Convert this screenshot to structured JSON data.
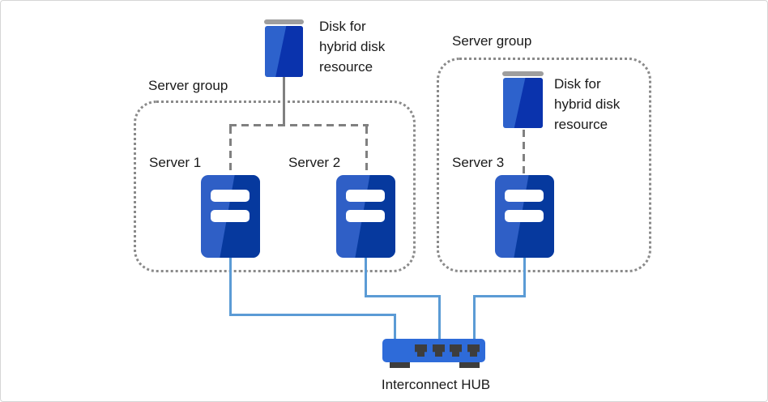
{
  "diagram": {
    "groups": [
      {
        "label": "Server group"
      },
      {
        "label": "Server group"
      }
    ],
    "servers": [
      {
        "label": "Server 1"
      },
      {
        "label": "Server 2"
      },
      {
        "label": "Server 3"
      }
    ],
    "disks": [
      {
        "lines": [
          "Disk for",
          "hybrid disk",
          "resource"
        ]
      },
      {
        "lines": [
          "Disk for",
          "hybrid disk",
          "resource"
        ]
      }
    ],
    "hub": {
      "label": "Interconnect HUB"
    },
    "colors": {
      "server_blue_light": "#2f5fc6",
      "server_blue_dark": "#06399e",
      "disk_blue_light": "#2d62cc",
      "disk_blue_dark": "#0a33ad",
      "disk_cap_gray": "#9e9e9e",
      "hub_blue": "#2e6bd9",
      "hub_port_dark": "#3d3d3d",
      "cable_blue": "#5b9bd5",
      "connector_gray": "#808080",
      "group_border_gray": "#8a8a8a",
      "text": "#1a1a1a",
      "canvas_border": "#d6d6d6"
    }
  }
}
